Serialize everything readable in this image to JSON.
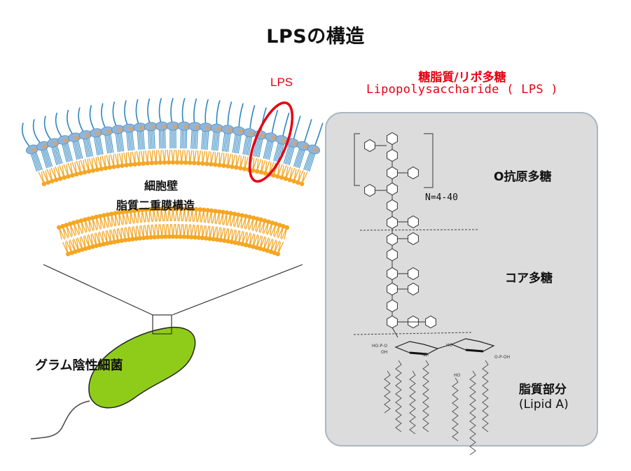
{
  "title": "LPSの構造",
  "membrane_figure": {
    "lps_callout": "LPS",
    "cell_wall_label": "細胞壁",
    "bilayer_label": "脂質二重膜構造",
    "bacterium_label": "グラム陰性細菌",
    "colors": {
      "lps_tail": "#2e86c1",
      "lipid_head": "#f5a623",
      "bacterium": "#8fcc1a",
      "callout": "#e60012"
    }
  },
  "lps_panel": {
    "title_jp": "糖脂質/リポ多糖",
    "title_en": "Lipopolysaccharide ( LPS )",
    "o_antigen_label": "O抗原多糖",
    "repeat_label": "N=4-40",
    "core_label": "コア多糖",
    "lipid_a_label_jp": "脂質部分",
    "lipid_a_label_en": "(Lipid A)",
    "chem_labels": [
      "HO-P-O",
      "OH",
      "O",
      "NH",
      "HO",
      "O-P-OH"
    ]
  }
}
